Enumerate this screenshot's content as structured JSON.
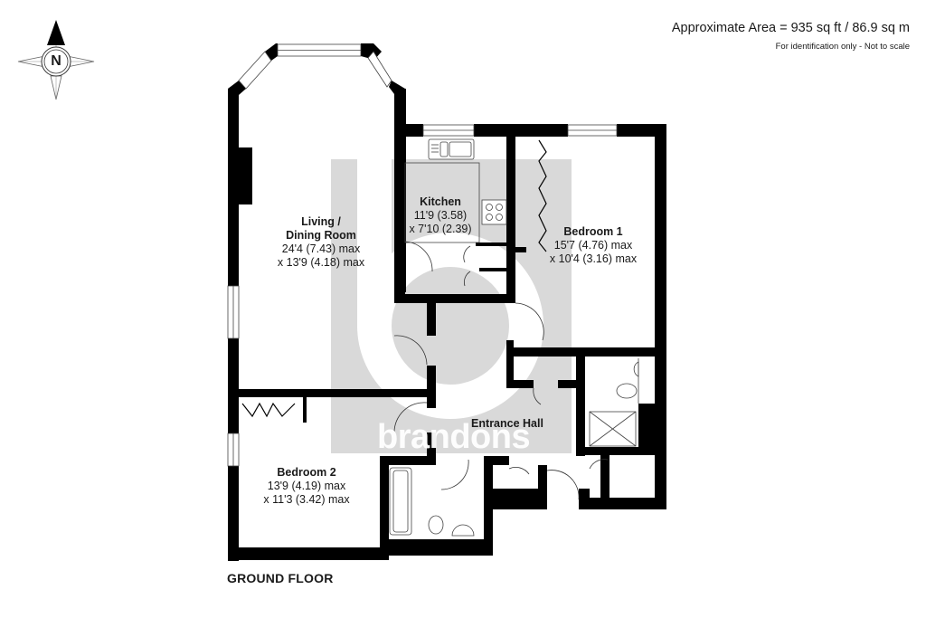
{
  "header": {
    "area_title": "Approximate Area = 935 sq ft / 86.9 sq m",
    "area_note": "For identification only - Not to scale"
  },
  "compass": {
    "icon": "north-compass-icon",
    "label": "N"
  },
  "floor": {
    "label": "GROUND FLOOR"
  },
  "watermark": {
    "brand": "brandons",
    "color": "#d9d9d9"
  },
  "rooms": [
    {
      "id": "living-dining",
      "name_line1": "Living /",
      "name_line2": "Dining Room",
      "dim1": "24'4 (7.43) max",
      "dim2": "x 13'9 (4.18) max"
    },
    {
      "id": "kitchen",
      "name": "Kitchen",
      "dim1": "11'9 (3.58)",
      "dim2": "x 7'10 (2.39)"
    },
    {
      "id": "bedroom-1",
      "name": "Bedroom 1",
      "dim1": "15'7 (4.76) max",
      "dim2": "x 10'4 (3.16) max"
    },
    {
      "id": "entrance-hall",
      "name": "Entrance Hall"
    },
    {
      "id": "bedroom-2",
      "name": "Bedroom 2",
      "dim1": "13'9 (4.19) max",
      "dim2": "x 11'3 (3.42) max"
    }
  ],
  "colors": {
    "wall": "#000000",
    "watermark": "#d9d9d9",
    "background": "#ffffff"
  }
}
